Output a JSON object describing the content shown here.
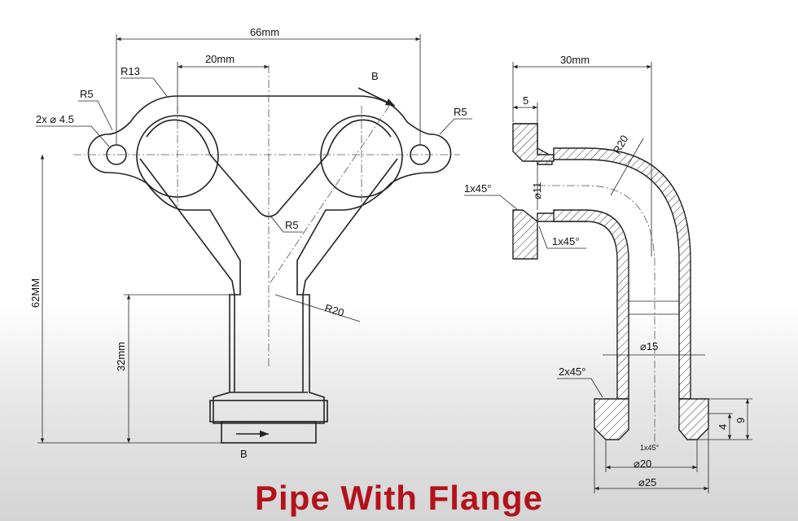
{
  "title": "Pipe With Flange",
  "front_view": {
    "dim_overall_width": "66mm",
    "dim_center_offset": "20mm",
    "radius_top": "R13",
    "radius_lug": "R5",
    "radius_lug_right": "R5",
    "holes": "2x ⌀ 4.5",
    "radius_vee": "R5",
    "radius_blend": "R20",
    "height_total": "62MM",
    "height_stem": "32mm",
    "section_label_top": "B",
    "section_label_bottom": "B"
  },
  "section_view": {
    "dim_width": "30mm",
    "dim_flange_thickness": "5",
    "bend_radius": "R20",
    "bore_dia": "⌀11",
    "chamfer_outer": "1x45°",
    "chamfer_inner": "1x45°",
    "stem_dia": "⌀15",
    "chamfer_base": "2x45°",
    "chamfer_base_small": "1x45°",
    "base_inner_dia": "⌀20",
    "base_outer_dia": "⌀25",
    "height_9": "9",
    "height_4": "4"
  }
}
